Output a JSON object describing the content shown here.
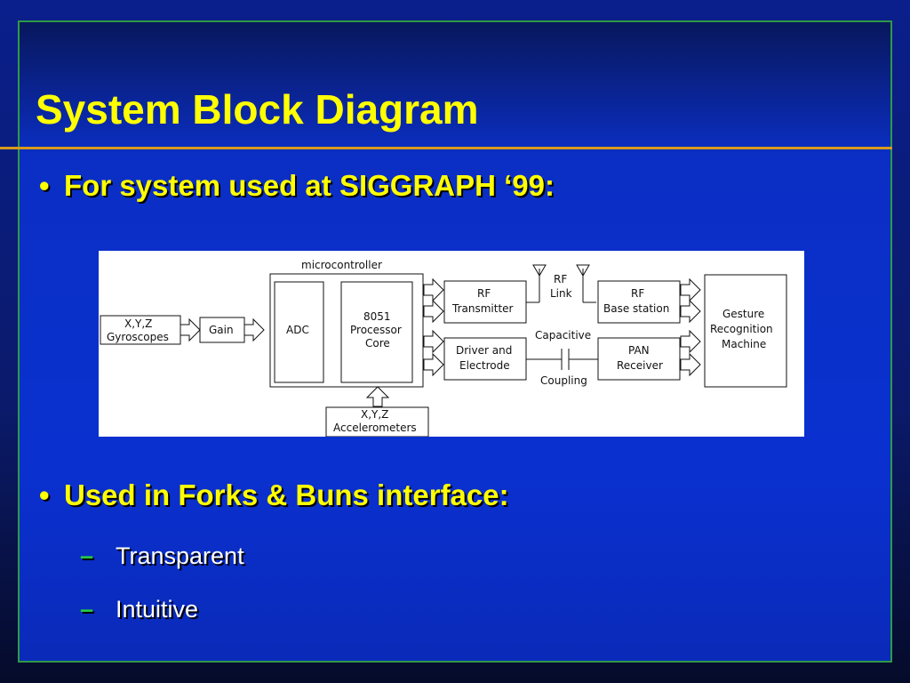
{
  "slide": {
    "title": "System Block Diagram",
    "bullets": [
      {
        "marker": "•",
        "text": "For system used at SIGGRAPH ‘99:"
      },
      {
        "marker": "•",
        "text": "Used in Forks & Buns interface:"
      }
    ],
    "sub_bullets": [
      {
        "marker": "–",
        "text": "Transparent"
      },
      {
        "marker": "–",
        "text": "Intuitive"
      }
    ]
  },
  "diagram": {
    "microcontroller_label": "microcontroller",
    "gyroscopes_line1": "X,Y,Z",
    "gyroscopes_line2": "Gyroscopes",
    "gain": "Gain",
    "adc": "ADC",
    "processor_line1": "8051",
    "processor_line2": "Processor",
    "processor_line3": "Core",
    "accelerometers_line1": "X,Y,Z",
    "accelerometers_line2": "Accelerometers",
    "rf_tx_line1": "RF",
    "rf_tx_line2": "Transmitter",
    "driver_line1": "Driver and",
    "driver_line2": "Electrode",
    "rf_link_line1": "RF",
    "rf_link_line2": "Link",
    "capacitive": "Capacitive",
    "coupling": "Coupling",
    "rf_base_line1": "RF",
    "rf_base_line2": "Base station",
    "pan_line1": "PAN",
    "pan_line2": "Receiver",
    "gesture_line1": "Gesture",
    "gesture_line2": "Recognition",
    "gesture_line3": "Machine"
  }
}
